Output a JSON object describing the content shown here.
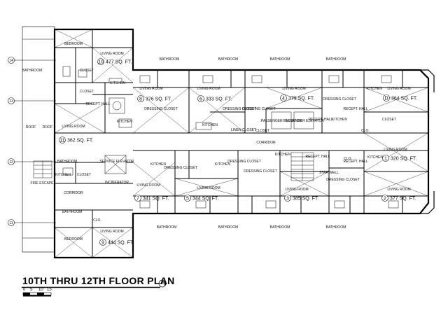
{
  "plan": {
    "title": "10TH THRU 12TH FLOOR PLAN",
    "scale_ticks": [
      "0",
      "5'",
      "10'",
      "15'"
    ],
    "grid_markers": [
      "14",
      "13",
      "12",
      "11"
    ],
    "units": [
      {
        "number": "10",
        "area": "477 SQ. FT."
      },
      {
        "number": "8",
        "area": "376 SQ. FT."
      },
      {
        "number": "6",
        "area": "333 SQ. FT."
      },
      {
        "number": "4",
        "area": "379 SQ. FT."
      },
      {
        "number": "D",
        "area": "364 SQ. FT."
      },
      {
        "number": "11",
        "area": "362 SQ. FT."
      },
      {
        "number": "1",
        "area": "320 SQ. FT."
      },
      {
        "number": "7",
        "area": "341 SQ. FT."
      },
      {
        "number": "5",
        "area": "344 SQ. FT."
      },
      {
        "number": "3",
        "area": "385 SQ. FT."
      },
      {
        "number": "2",
        "area": "377 SQ. FT."
      },
      {
        "number": "9",
        "area": "444 SQ. FT."
      }
    ],
    "rooms": {
      "bedroom": "BEDROOM",
      "living_room": "LIVING ROOM",
      "bathroom": "BATHROOM",
      "closet": "CLOSET",
      "kitchen": "KITCHEN",
      "recept_hall": "RECEPT. HALL",
      "dressing_closet": "DRESSING CLOSET",
      "linen_closet": "LINEN CLOSET",
      "passenger_elevator": "PASSENGER ELEVATOR",
      "service_elevator": "SERVICE ELEVATOR",
      "incinerator": "INCINERATOR",
      "corridor": "CORRIDOR",
      "roof": "ROOF",
      "fire_escape": "FIRE ESCAPE",
      "star_well": "STAR WELL",
      "clo": "CLO."
    }
  }
}
